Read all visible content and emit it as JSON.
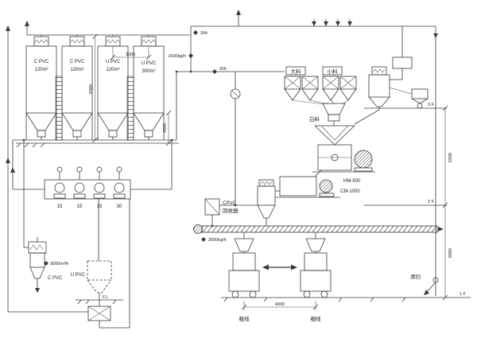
{
  "silos": [
    {
      "name": "C PVC",
      "volume": "120m³"
    },
    {
      "name": "C PVC",
      "volume": "120m³"
    },
    {
      "name": "U PVC",
      "volume": "120m³"
    },
    {
      "name": "U PVC",
      "volume": "300m³"
    }
  ],
  "dims": {
    "silo_pitch": "3000",
    "silo_height": "9300",
    "under_silo": "4500",
    "f3_to_f2": "5500",
    "f2_to_f1": "6000",
    "station_pitch": "4000"
  },
  "levels": {
    "f3": "3 F",
    "f2": "2 F",
    "f1": "1 F",
    "fl": "F.L"
  },
  "flows": {
    "feed_top": "2t/h",
    "feed_mid": "2t/h",
    "rate_silo": "1500kg/h",
    "dust_collector": "3000m³/h",
    "screw_conveyor": "3000kg/h"
  },
  "blowers": [
    "15",
    "15",
    "15",
    "30"
  ],
  "materials": {
    "cpvc": "C PVC",
    "upvc": "U PVC"
  },
  "bins": {
    "big": "大料",
    "small": "小料",
    "weigh": "白料"
  },
  "machines": {
    "mixer": "HM-500",
    "cooler": "CM-1000",
    "recycler_line1": "CPVC",
    "recycler_line2": "回收器",
    "cleanout": "清扫"
  },
  "stations": {
    "left": "粗线",
    "right": "细线"
  }
}
